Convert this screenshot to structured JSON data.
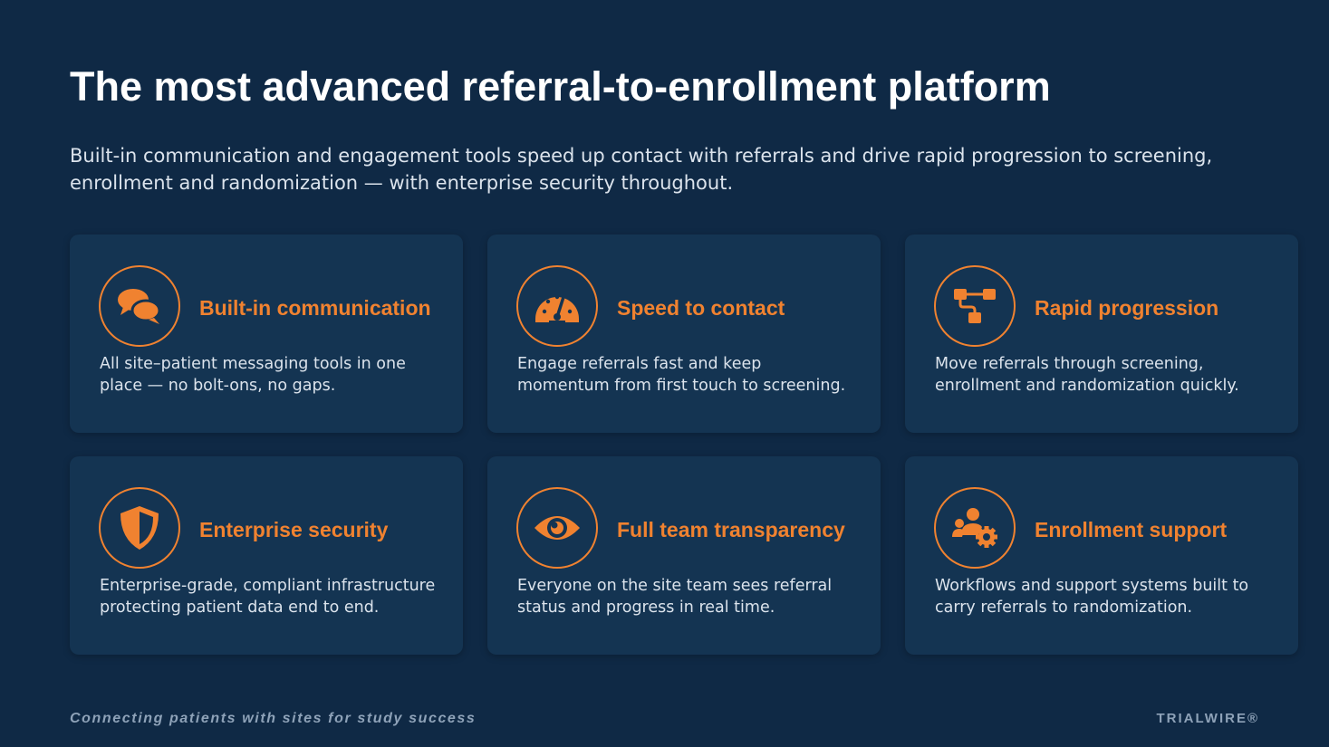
{
  "header": {
    "title": "The most advanced referral-to-enrollment platform",
    "subtitle": "Built-in communication and engagement tools speed up contact with referrals and drive rapid progression to screening, enrollment and randomization — with enterprise security throughout."
  },
  "cards": [
    {
      "icon": "chat-bubbles-icon",
      "title": "Built-in communication",
      "text": "All site–patient messaging tools in one place — no bolt-ons, no gaps."
    },
    {
      "icon": "speedometer-icon",
      "title": "Speed to contact",
      "text": "Engage referrals fast and keep momentum from first touch to screening."
    },
    {
      "icon": "flow-progression-icon",
      "title": "Rapid progression",
      "text": "Move referrals through screening, enrollment and randomization quickly."
    },
    {
      "icon": "shield-icon",
      "title": "Enterprise security",
      "text": "Enterprise-grade, compliant infrastructure protecting patient data end to end."
    },
    {
      "icon": "eye-icon",
      "title": "Full team transparency",
      "text": "Everyone on the site team sees referral status and progress in real time."
    },
    {
      "icon": "users-gear-icon",
      "title": "Enrollment support",
      "text": "Workflows and support systems built to carry referrals to randomization."
    }
  ],
  "footer": {
    "tagline": "Connecting patients with sites for study success",
    "brand": "TRIALWIRE®"
  },
  "colors": {
    "background": "#0f2945",
    "card": "#143452",
    "accent": "#f08230",
    "text": "#dbe3ec"
  }
}
